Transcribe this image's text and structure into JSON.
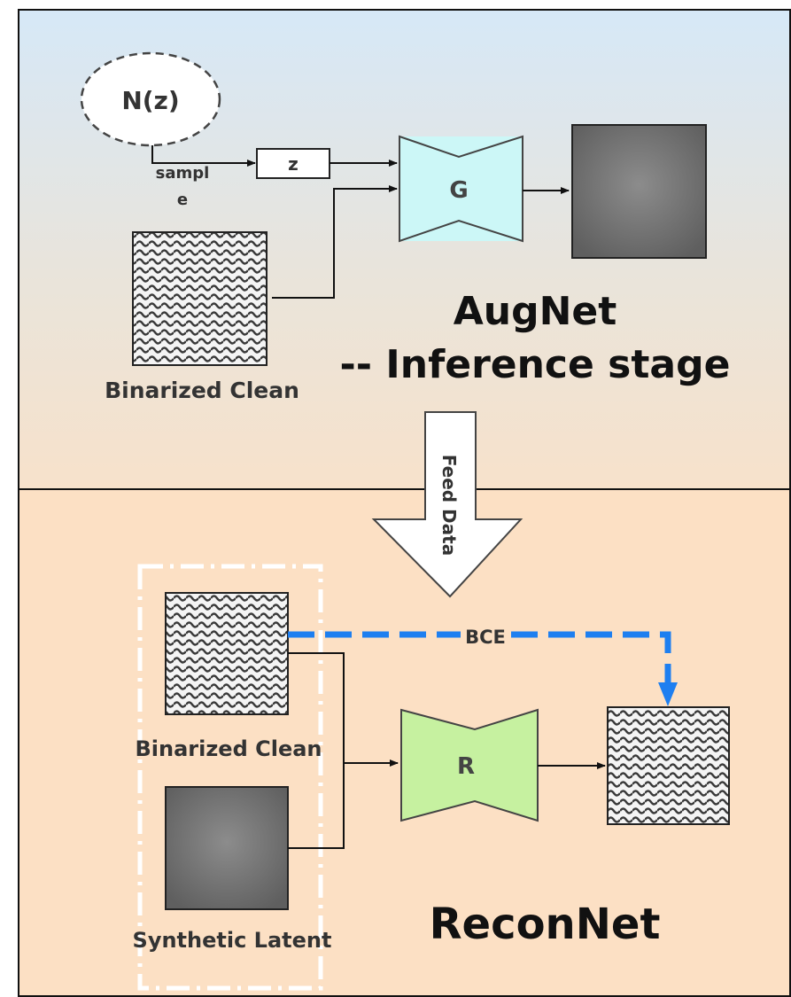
{
  "top_panel": {
    "noise_label": "N(z)",
    "sample_label_line1": "sampl",
    "sample_label_line2": "e",
    "z_label": "z",
    "generator_label": "G",
    "input_caption": "Binarized Clean",
    "title_line1": "AugNet",
    "title_line2": "-- Inference stage"
  },
  "transition": {
    "arrow_label": "Feed Data"
  },
  "bottom_panel": {
    "clean_caption": "Binarized Clean",
    "latent_caption": "Synthetic Latent",
    "recon_label": "R",
    "loss_label": "BCE",
    "title": "ReconNet"
  },
  "colors": {
    "generator_fill": "#ccf7f7",
    "recon_fill": "#c6f1a0",
    "loss_arrow": "#1e7ff0",
    "top_bg_top": "#d6e8f7",
    "bottom_bg": "#fce0c4"
  }
}
